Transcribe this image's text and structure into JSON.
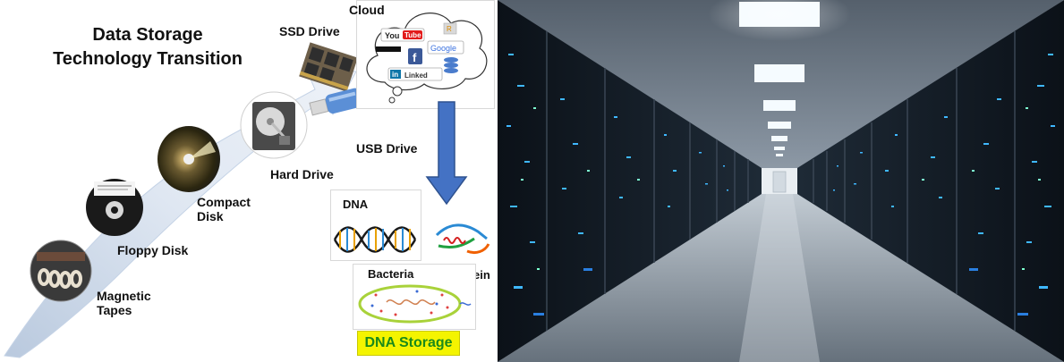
{
  "title": {
    "line1": "Data Storage",
    "line2": "Technology Transition"
  },
  "stages": [
    {
      "line1": "Magnetic",
      "line2": "Tapes"
    },
    {
      "line1": "Floppy Disk"
    },
    {
      "line1": "Compact",
      "line2": "Disk"
    },
    {
      "line1": "Hard Drive"
    },
    {
      "line1": "SSD Drive"
    },
    {
      "line1": "USB Drive"
    },
    {
      "line1": "Cloud"
    }
  ],
  "cloud_logos": {
    "youtube_you": "You",
    "youtube_tube": "Tube",
    "google": "Google",
    "facebook": "f",
    "linkedin_in": "in",
    "linkedin_text": "Linked",
    "rss": "R"
  },
  "dna_section": {
    "dna": "DNA",
    "bacteria": "Bacteria",
    "protein": "Protein",
    "badge": "DNA Storage"
  },
  "colors": {
    "arrow_blue": "#4472c4",
    "sweep": "#dce5f0",
    "badge_bg": "#f4f400",
    "badge_text": "#1a8a1a"
  }
}
